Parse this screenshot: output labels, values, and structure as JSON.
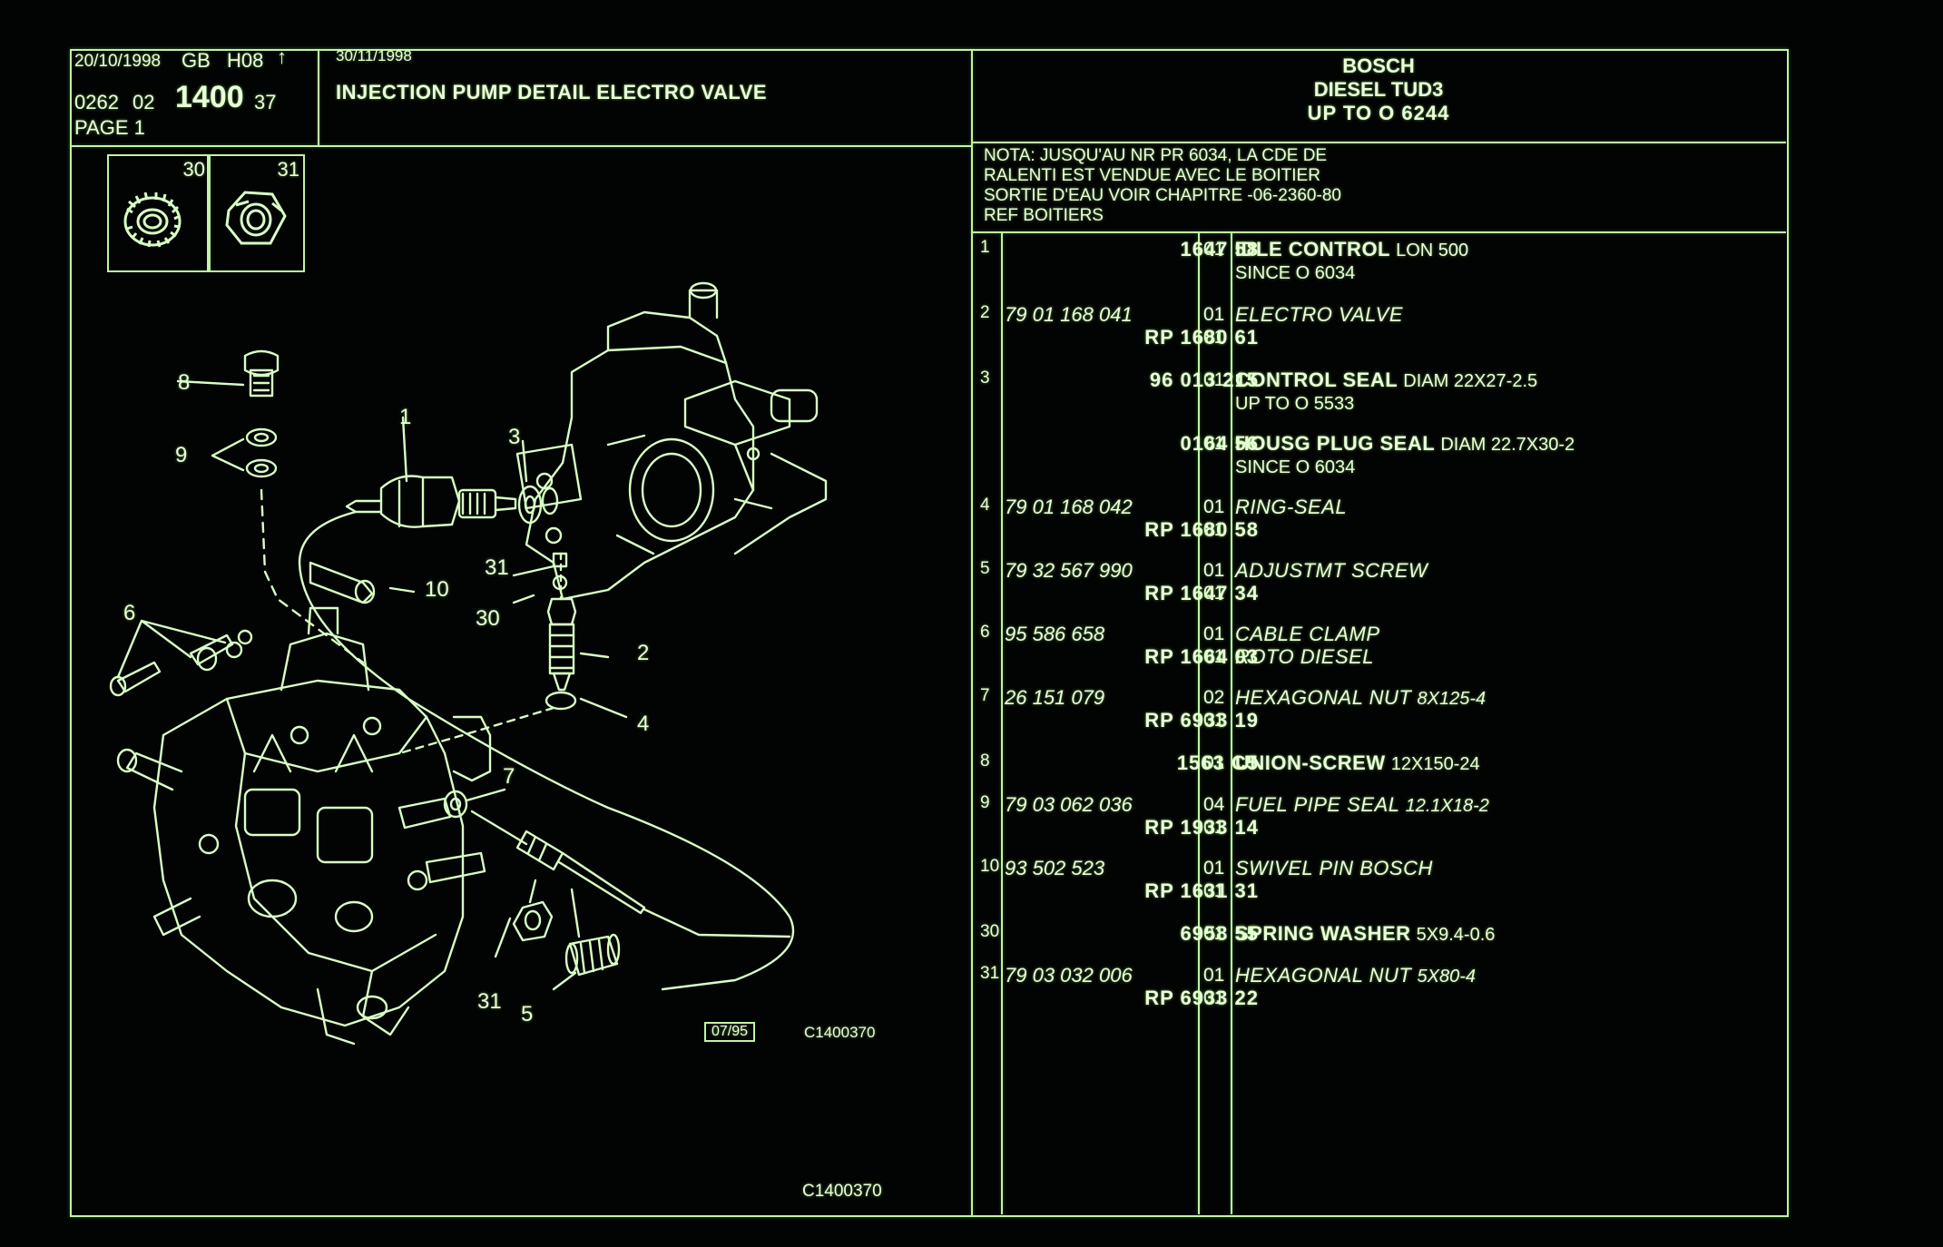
{
  "colors": {
    "background": "#020403",
    "phosphor": "#e9ffd8",
    "lines": "#bff5a3"
  },
  "header": {
    "print_date": "20/10/1998",
    "language": "GB",
    "section": "H08",
    "arrow": "↑",
    "code_a": "0262",
    "code_b": "02",
    "group_number": "1400",
    "group_suffix": "37",
    "page": "PAGE  1",
    "update_date": "30/11/1998",
    "title": "INJECTION PUMP DETAIL ELECTRO VALVE",
    "brand": "BOSCH",
    "engine": "DIESEL TUD3",
    "range": "UP  TO  O   6244"
  },
  "note": [
    "NOTA: JUSQU'AU NR PR 6034, LA CDE DE",
    "RALENTI EST VENDUE AVEC LE BOITIER",
    "SORTIE D'EAU VOIR CHAPITRE -06-2360-80",
    "REF BOITIERS"
  ],
  "thumbnails": [
    "30",
    "31"
  ],
  "callouts": [
    "8",
    "9",
    "1",
    "3",
    "10",
    "31",
    "30",
    "2",
    "4",
    "6",
    "7",
    "31",
    "5"
  ],
  "drawing": {
    "date": "07/95",
    "ref": "C1400370",
    "footer_ref": "C1400370"
  },
  "parts": [
    {
      "item": "1",
      "ref1": "1647 58",
      "qty1": "01",
      "name": "IDLE CONTROL",
      "spec": "LON 500",
      "note": "SINCE  O  6034"
    },
    {
      "item": "2",
      "ref1": "79 01 168 041",
      "ref2": "RP  1680 61",
      "qty1": "01",
      "qty2": "01",
      "name": "ELECTRO VALVE"
    },
    {
      "item": "3",
      "ref1": "96 013 215",
      "qty1": "01",
      "name": "CONTROL SEAL",
      "spec": "DIAM 22X27-2.5",
      "note": "UP  TO  O  5533"
    },
    {
      "item": "",
      "ref1": "0164 56",
      "qty1": "01",
      "name": "HOUSG PLUG SEAL",
      "spec": "DIAM 22.7X30-2",
      "note": "SINCE  O  6034"
    },
    {
      "item": "4",
      "ref1": "79 01 168 042",
      "ref2": "RP  1680 58",
      "qty1": "01",
      "qty2": "01",
      "name": "RING-SEAL"
    },
    {
      "item": "5",
      "ref1": "79 32 567 990",
      "ref2": "RP  1647 34",
      "qty1": "01",
      "qty2": "01",
      "name": "ADJUSTMT SCREW"
    },
    {
      "item": "6",
      "ref1": "95 586 658",
      "ref2": "RP  1664 03",
      "qty1": "01",
      "qty2": "01",
      "name": "CABLE CLAMP",
      "name2": "ROTO DIESEL"
    },
    {
      "item": "7",
      "ref1": "26 151 079",
      "ref2": "RP  6933 19",
      "qty1": "02",
      "qty2": "01",
      "name": "HEXAGONAL NUT",
      "spec": "8X125-4"
    },
    {
      "item": "8",
      "ref1": "1563 C5",
      "qty1": "01",
      "name": "UNION-SCREW",
      "spec": "12X150-24"
    },
    {
      "item": "9",
      "ref1": "79 03 062 036",
      "ref2": "RP  1933 14",
      "qty1": "04",
      "qty2": "01",
      "name": "FUEL PIPE SEAL",
      "spec": "12.1X18-2"
    },
    {
      "item": "10",
      "ref1": "93 502 523",
      "ref2": "RP  1631 31",
      "qty1": "01",
      "qty2": "01",
      "name": "SWIVEL PIN BOSCH"
    },
    {
      "item": "30",
      "ref1": "6958 55",
      "qty1": "01",
      "name": "SPRING WASHER",
      "spec": "5X9.4-0.6"
    },
    {
      "item": "31",
      "ref1": "79 03 032 006",
      "ref2": "RP  6933 22",
      "qty1": "01",
      "qty2": "01",
      "name": "HEXAGONAL NUT",
      "spec": "5X80-4"
    }
  ]
}
